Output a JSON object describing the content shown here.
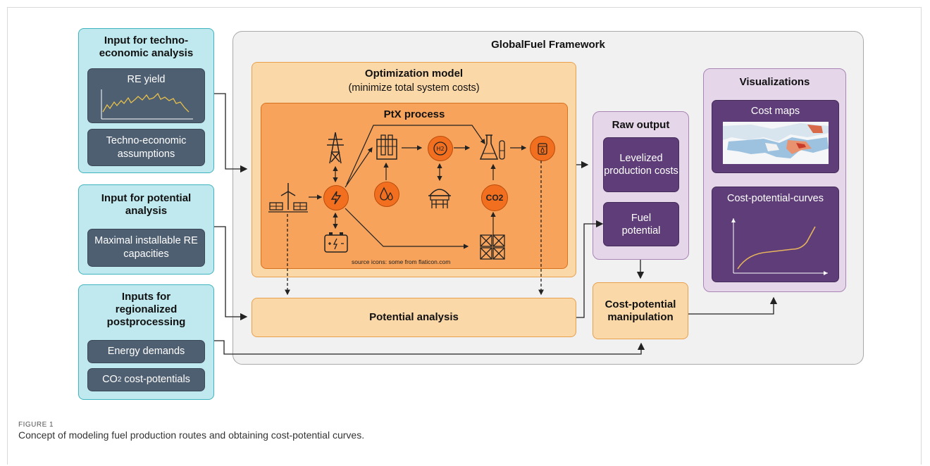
{
  "figure": {
    "label": "FIGURE 1",
    "caption": "Concept of modeling fuel production routes and obtaining cost-potential curves."
  },
  "framework": {
    "title": "GlobalFuel Framework"
  },
  "inputs_techno": {
    "title": "Input for techno-economic analysis",
    "re_yield": "RE yield",
    "assumptions": "Techno-economic assumptions"
  },
  "inputs_potential": {
    "title": "Input for potential analysis",
    "capacities": "Maximal installable RE capacities"
  },
  "inputs_regional": {
    "title": "Inputs for regionalized postprocessing",
    "demands": "Energy demands",
    "co2_prefix": "CO",
    "co2_sub": "2",
    "co2_suffix": " cost-potentials"
  },
  "optimization": {
    "title": "Optimization model",
    "subtitle": "(minimize total system costs)"
  },
  "ptx": {
    "title": "PtX process",
    "source": "source icons: some from flaticon.com",
    "icons": [
      "wind-solar-icon",
      "power-tower-icon",
      "electricity-icon",
      "battery-icon",
      "electrolyzer-icon",
      "water-icon",
      "hydrogen-icon",
      "hydrogen-storage-icon",
      "synthesis-flask-icon",
      "co2-icon",
      "storage-crates-icon",
      "fuel-tank-icon"
    ],
    "co2_label": "CO2",
    "h2_label": "H2"
  },
  "potential_analysis": {
    "title": "Potential analysis"
  },
  "raw_output": {
    "title": "Raw output",
    "lpc": "Levelized production costs",
    "fuel_potential": "Fuel potential"
  },
  "cost_potential": {
    "title": "Cost-potential manipulation"
  },
  "visualizations": {
    "title": "Visualizations",
    "cost_maps": "Cost maps",
    "curves": "Cost-potential-curves"
  },
  "colors": {
    "teal": "#bfe9ee",
    "slate": "#4f5f72",
    "orange_light": "#fbd8a8",
    "orange_mid": "#f8a35b",
    "orange_node": "#f16f1e",
    "lavender": "#e6d6ea",
    "purple": "#5e3d78"
  }
}
